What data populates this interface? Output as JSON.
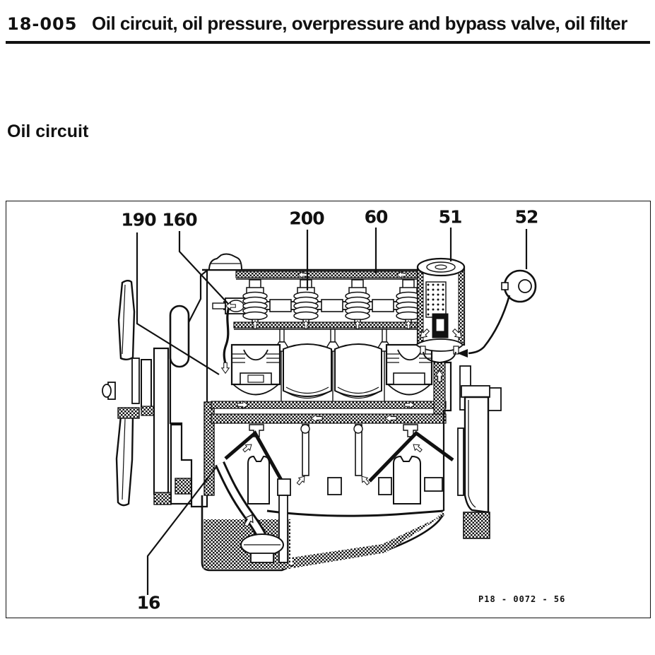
{
  "header": {
    "section_number": "18-005",
    "title": "Oil circuit, oil pressure, overpressure and bypass valve, oil filter"
  },
  "subheading": "Oil circuit",
  "figure": {
    "code": "P18 - 0072 - 56",
    "description": "Sectional side view of a four-cylinder engine showing the oil circuit with flow arrows",
    "callouts": [
      {
        "label": "190",
        "points_to": "front camshaft bearing oil feed"
      },
      {
        "label": "160",
        "points_to": "rocker shaft oil supply fitting"
      },
      {
        "label": "200",
        "points_to": "camshaft / valve spring"
      },
      {
        "label": "60",
        "points_to": "cylinder head oil gallery"
      },
      {
        "label": "51",
        "points_to": "oil filter"
      },
      {
        "label": "52",
        "points_to": "bypass valve cap"
      },
      {
        "label": "16",
        "points_to": "oil pump / suction pipe"
      }
    ]
  },
  "colors": {
    "ink": "#111111",
    "paper": "#ffffff"
  }
}
